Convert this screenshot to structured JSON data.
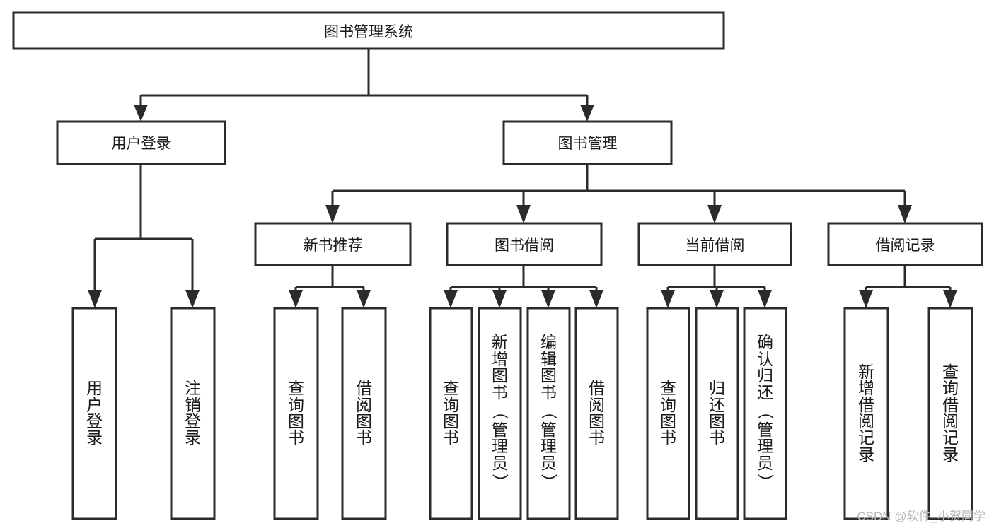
{
  "diagram": {
    "title": "图书管理系统",
    "type": "tree-hierarchy-chart",
    "orientation": "top-down",
    "root": {
      "label": "图书管理系统"
    },
    "level2": [
      {
        "label": "用户登录"
      },
      {
        "label": "图书管理"
      }
    ],
    "level3": [
      {
        "label": "新书推荐"
      },
      {
        "label": "图书借阅"
      },
      {
        "label": "当前借阅"
      },
      {
        "label": "借阅记录"
      }
    ],
    "leaves": {
      "user_login": [
        {
          "label": "用户登录"
        },
        {
          "label": "注销登录"
        }
      ],
      "new_book_recommend": [
        {
          "label": "查询图书"
        },
        {
          "label": "借阅图书"
        }
      ],
      "book_borrow": [
        {
          "label": "查询图书"
        },
        {
          "label": "新增图书（管理员）"
        },
        {
          "label": "编辑图书（管理员）"
        },
        {
          "label": "借阅图书"
        }
      ],
      "current_borrow": [
        {
          "label": "查询图书"
        },
        {
          "label": "归还图书"
        },
        {
          "label": "确认归还（管理员）"
        }
      ],
      "borrow_record": [
        {
          "label": "新增借阅记录"
        },
        {
          "label": "查询借阅记录"
        }
      ]
    },
    "watermark": "CSDN @软件_小贺同学",
    "colors": {
      "stroke": "#2b2b2b",
      "fill": "#ffffff",
      "text": "#1a1a1a",
      "watermark": "#b9b9b9"
    }
  }
}
